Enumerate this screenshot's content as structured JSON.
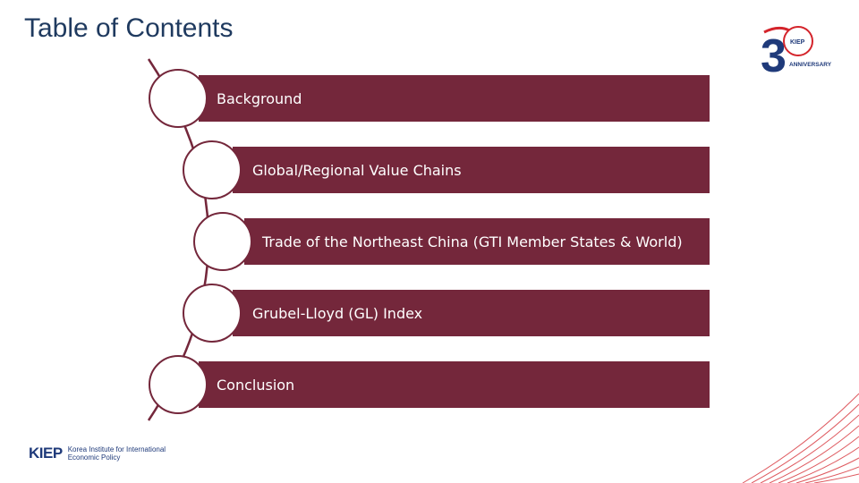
{
  "header": {
    "title": "Table of Contents"
  },
  "toc": {
    "items": [
      {
        "label": "Background"
      },
      {
        "label": "Global/Regional Value Chains"
      },
      {
        "label": "Trade of the Northeast China (GTI Member States & World)"
      },
      {
        "label": "Grubel-Lloyd (GL) Index"
      },
      {
        "label": "Conclusion"
      }
    ]
  },
  "footer": {
    "logo_mark": "KIEP",
    "logo_line1": "Korea Institute for International",
    "logo_line2": "Economic Policy"
  },
  "anniversary": {
    "logo_mark": "KIEP",
    "label": "ANNIVERSARY"
  },
  "colors": {
    "bar": "#74273b",
    "title": "#1f3a5f",
    "accent": "#d4242b"
  }
}
